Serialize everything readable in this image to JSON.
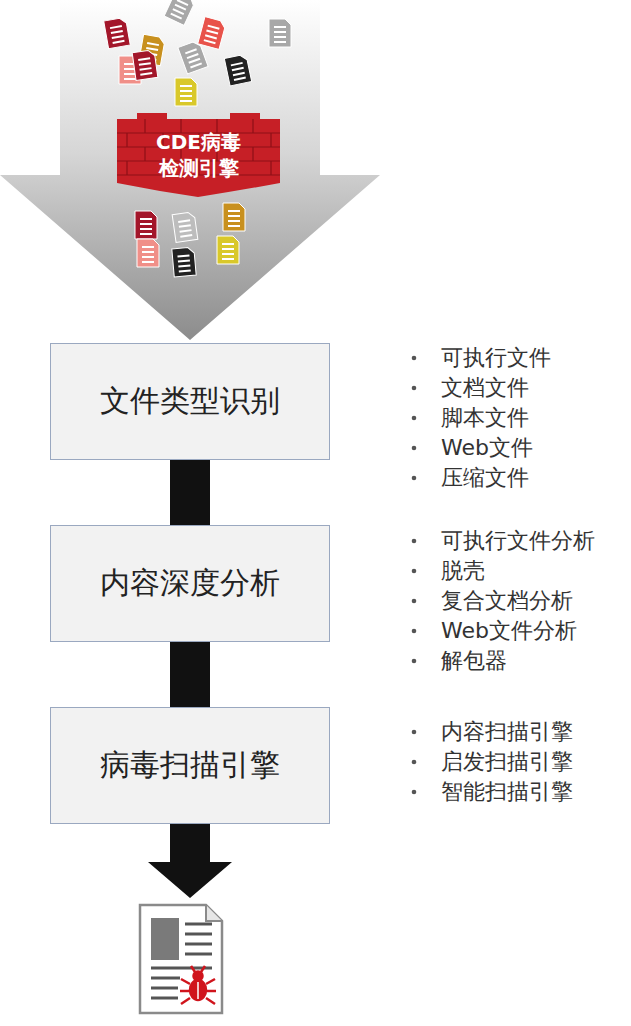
{
  "diagram": {
    "nodes": [
      {
        "text": [
          "CDE病毒 检测引擎"
        ]
      },
      {
        "text": [
          "文件类型识别"
        ]
      },
      {
        "text": [
          "内容深度分析"
        ]
      },
      {
        "text": [
          "病毒扫描引擎"
        ]
      }
    ],
    "edges": [
      {
        "from": 1,
        "to": 2,
        "arrow": "none"
      },
      {
        "from": 2,
        "to": 3,
        "arrow": "none"
      }
    ],
    "labels": [
      "可执行文件",
      "文档文件",
      "脚本文件",
      "Web文件",
      "压缩文件",
      "可执行文件分析",
      "脱壳",
      "复合文档分析",
      "Web文件分析",
      "解包器",
      "内容扫描引擎",
      "启发扫描引擎",
      "智能扫描引擎"
    ]
  }
}
